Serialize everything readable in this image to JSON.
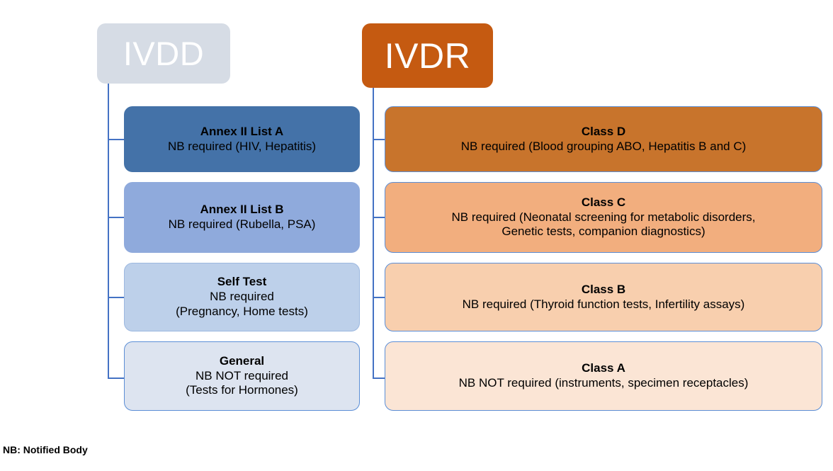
{
  "diagram": {
    "footnote": "NB: Notified Body",
    "colors": {
      "ivdd_header_bg": "#D6DCE5",
      "ivdr_header_bg": "#C55A11",
      "connector_line": "#4472C4",
      "header_text": "#FFFFFF",
      "box_text": "#000000"
    },
    "columns": [
      {
        "id": "ivdd",
        "header": "IVDD",
        "boxes": [
          {
            "title": "Annex II List A",
            "lines": [
              "NB required (HIV, Hepatitis)"
            ],
            "fill": "#4472A8"
          },
          {
            "title": "Annex II List B",
            "lines": [
              "NB required (Rubella, PSA)"
            ],
            "fill": "#8FAADC"
          },
          {
            "title": "Self Test",
            "lines": [
              "NB required",
              "(Pregnancy, Home tests)"
            ],
            "fill": "#BDD0EA"
          },
          {
            "title": "General",
            "lines": [
              "NB NOT required",
              "(Tests for Hormones)"
            ],
            "fill": "#DDE4F0"
          }
        ]
      },
      {
        "id": "ivdr",
        "header": "IVDR",
        "boxes": [
          {
            "title": "Class D",
            "lines": [
              "NB required (Blood grouping ABO, Hepatitis B and C)"
            ],
            "fill": "#C8742C"
          },
          {
            "title": "Class C",
            "lines": [
              "NB required (Neonatal screening for metabolic disorders,",
              "Genetic tests, companion diagnostics)"
            ],
            "fill": "#F2AE7E"
          },
          {
            "title": "Class B",
            "lines": [
              "NB required (Thyroid function tests, Infertility assays)"
            ],
            "fill": "#F8CFAE"
          },
          {
            "title": "Class A",
            "lines": [
              "NB NOT required (instruments, specimen receptacles)"
            ],
            "fill": "#FBE5D5"
          }
        ]
      }
    ]
  }
}
